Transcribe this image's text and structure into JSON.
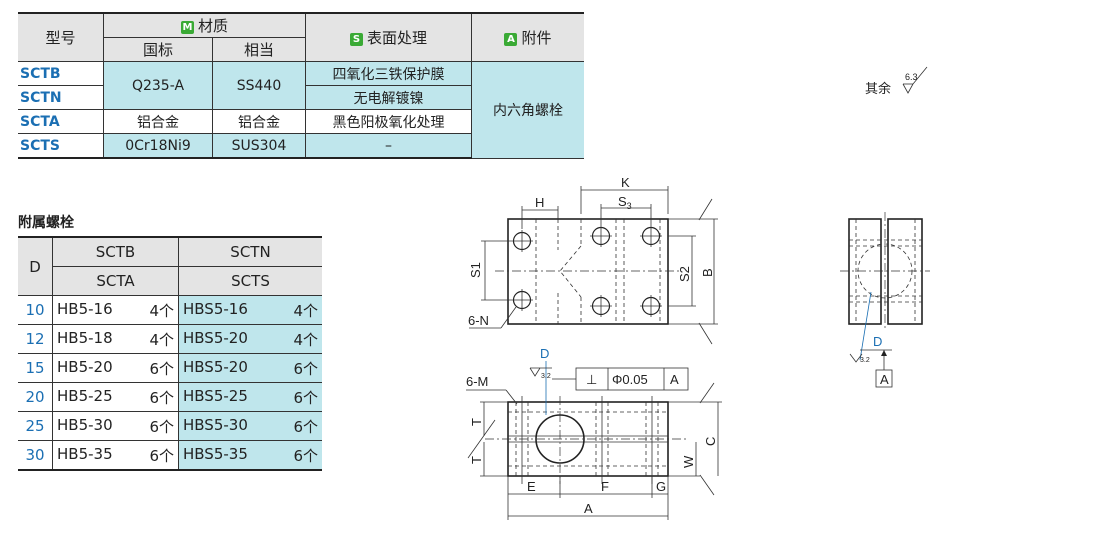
{
  "material_table": {
    "headers": {
      "model": "型号",
      "material": "材质",
      "material_badge": "M",
      "national": "国标",
      "equivalent": "相当",
      "surface": "表面处理",
      "surface_badge": "S",
      "accessory": "附件",
      "accessory_badge": "A"
    },
    "colors": {
      "badge_m": "#3aaa35",
      "badge_s": "#3aaa35",
      "badge_a": "#3aaa35",
      "code": "#1b6fb3",
      "cyan": "#bfe6ec"
    },
    "rows": [
      {
        "code": "SCTB",
        "national": "Q235-A",
        "equivalent": "SS440",
        "surface": "四氧化三铁保护膜"
      },
      {
        "code": "SCTN",
        "surface": "无电解镀镍"
      },
      {
        "code": "SCTA",
        "national": "铝合金",
        "equivalent": "铝合金",
        "surface": "黑色阳极氧化处理"
      },
      {
        "code": "SCTS",
        "national": "0Cr18Ni9",
        "equivalent": "SUS304",
        "surface": "–"
      }
    ],
    "accessory_value": "内六角螺栓"
  },
  "bolt_table": {
    "title": "附属螺栓",
    "d_header": "D",
    "col1_header_a": "SCTB",
    "col1_header_b": "SCTA",
    "col2_header_a": "SCTN",
    "col2_header_b": "SCTS",
    "rows": [
      {
        "d": "10",
        "b1": "HB5-16",
        "c1": "4个",
        "b2": "HBS5-16",
        "c2": "4个"
      },
      {
        "d": "12",
        "b1": "HB5-18",
        "c1": "4个",
        "b2": "HBS5-20",
        "c2": "4个"
      },
      {
        "d": "15",
        "b1": "HB5-20",
        "c1": "6个",
        "b2": "HBS5-20",
        "c2": "6个"
      },
      {
        "d": "20",
        "b1": "HB5-25",
        "c1": "6个",
        "b2": "HBS5-25",
        "c2": "6个"
      },
      {
        "d": "25",
        "b1": "HB5-30",
        "c1": "6个",
        "b2": "HBS5-30",
        "c2": "6个"
      },
      {
        "d": "30",
        "b1": "HB5-35",
        "c1": "6个",
        "b2": "HBS5-35",
        "c2": "6个"
      }
    ]
  },
  "drawing": {
    "roughness_note": "其余",
    "roughness_value": "6.3",
    "roughness_small": "3.2",
    "labels": {
      "H": "H",
      "K": "K",
      "S3": "S3",
      "S1": "S1",
      "S2": "S2",
      "B": "B",
      "holes_n": "6-N",
      "holes_m": "6-M",
      "D": "D",
      "tolerance_symbol": "⊥",
      "tolerance_value": "Φ0.05",
      "datum": "A",
      "T": "T",
      "C": "C",
      "W": "W",
      "E": "E",
      "F": "F",
      "G": "G",
      "A": "A"
    }
  }
}
